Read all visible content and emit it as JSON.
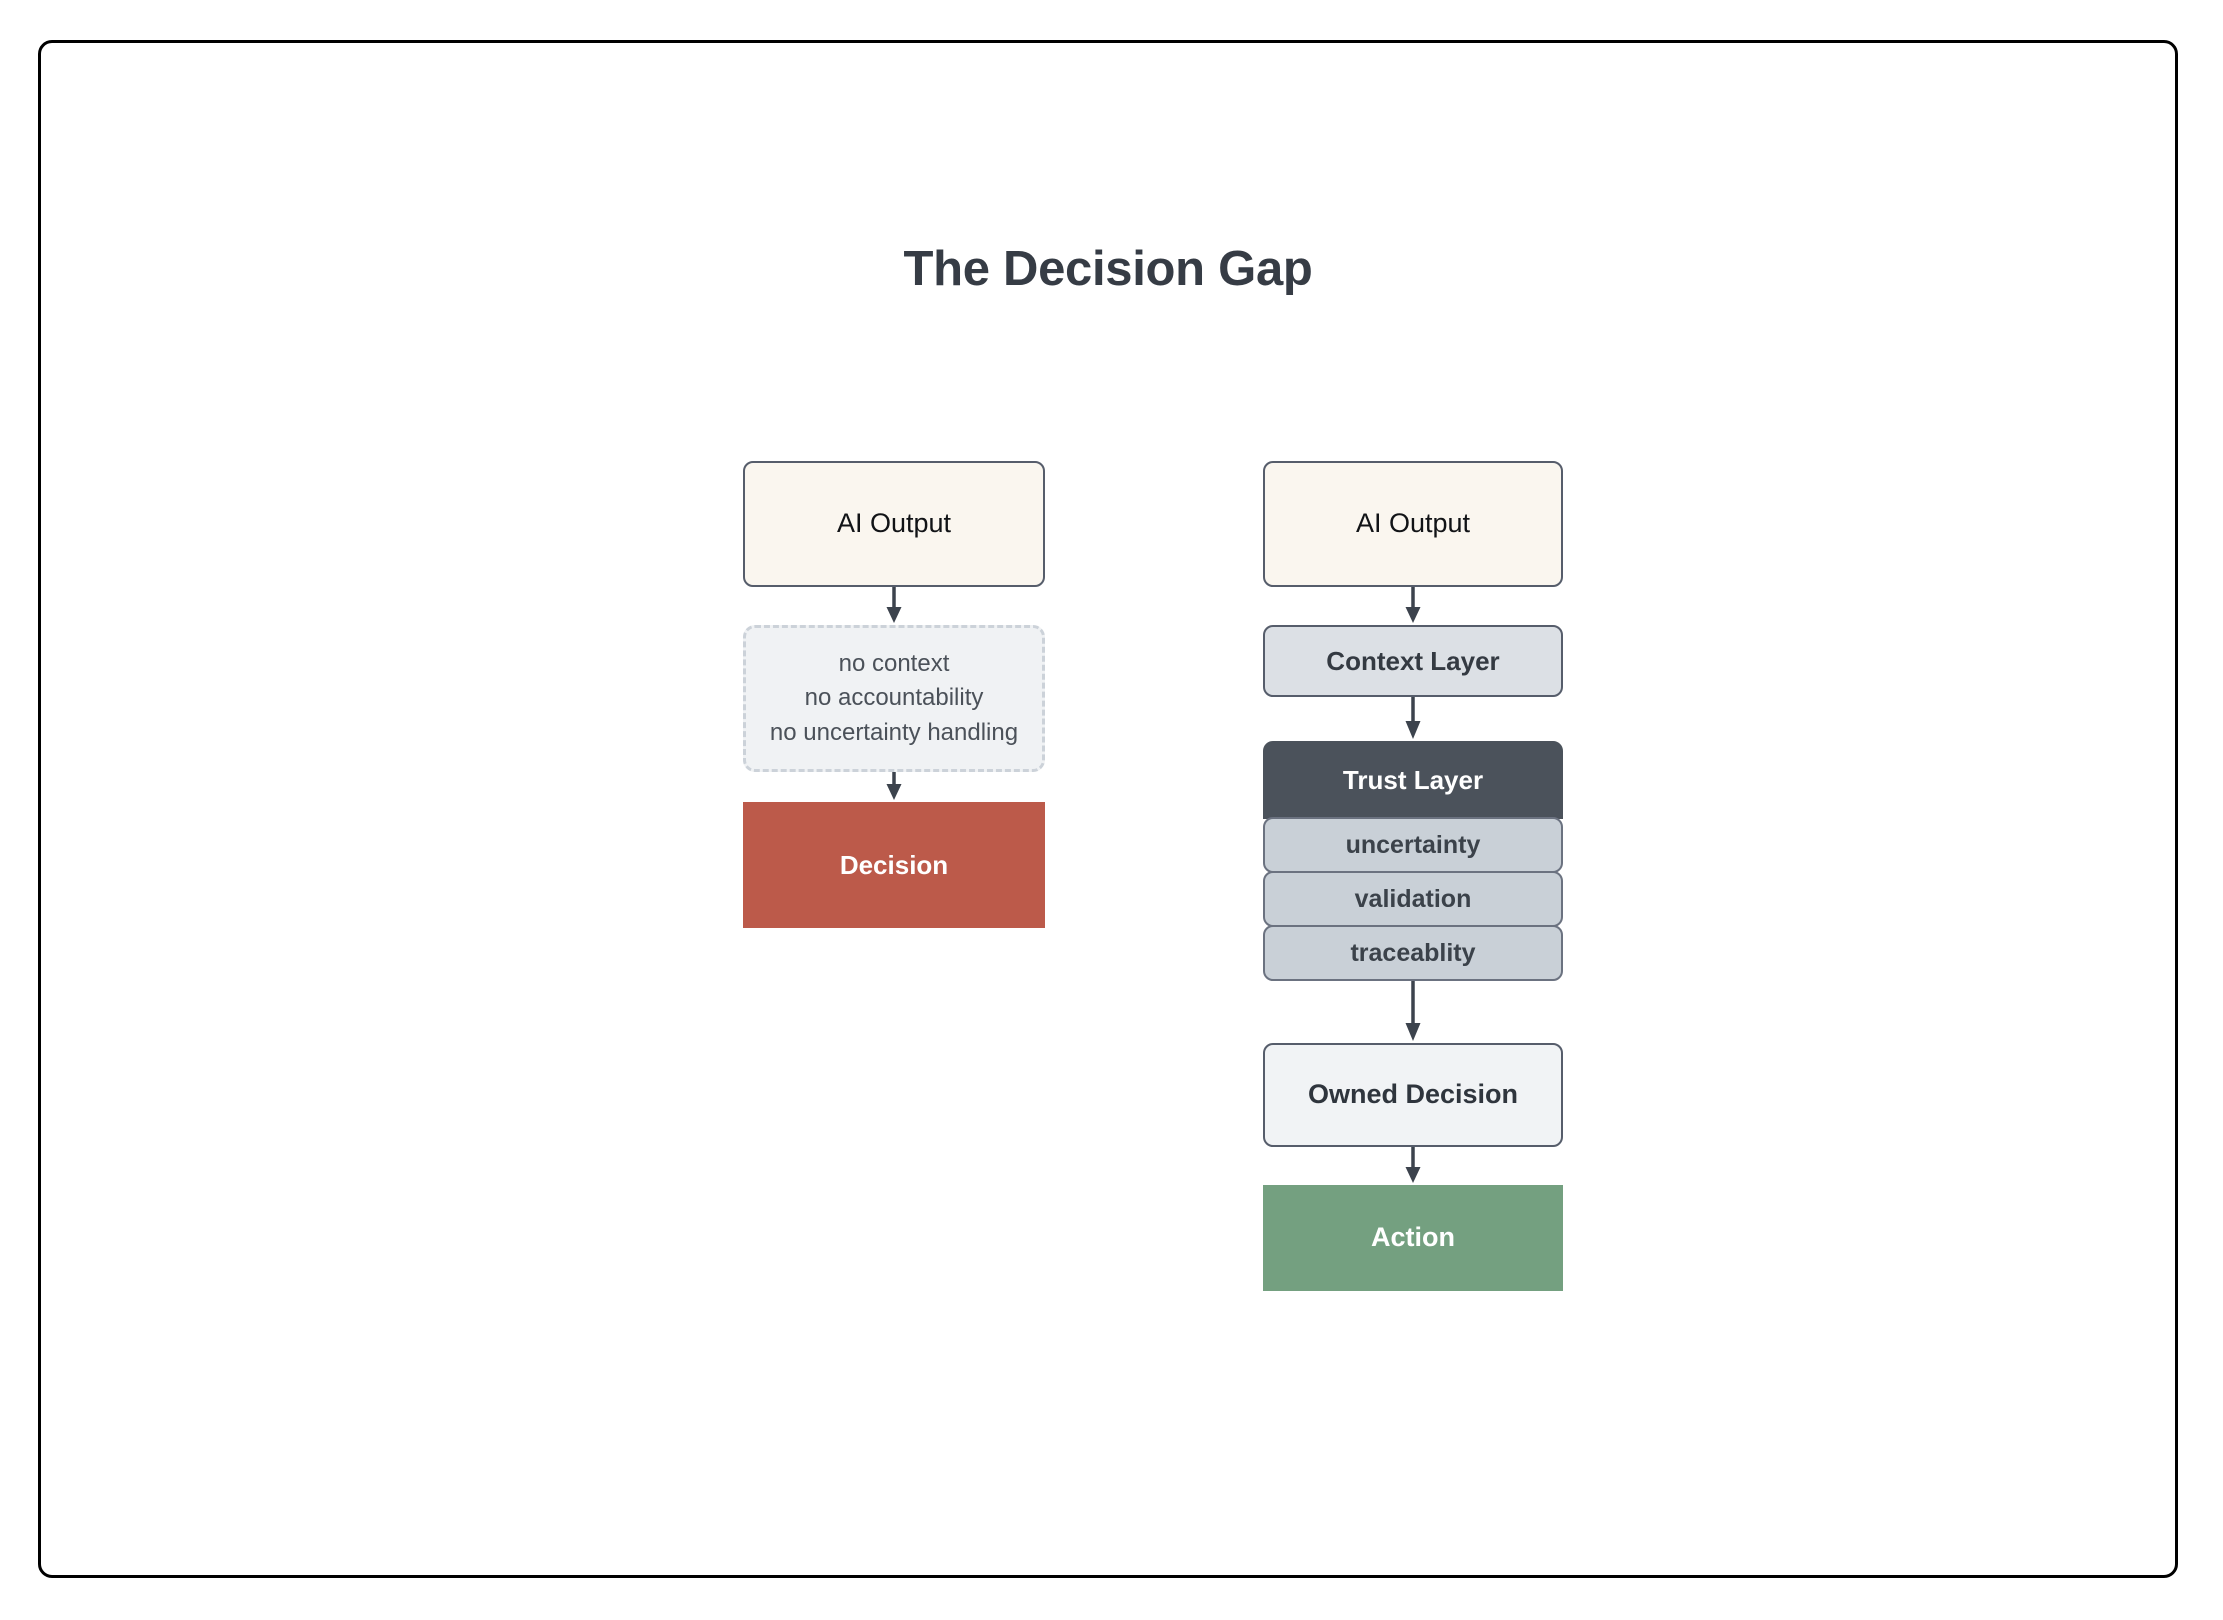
{
  "page": {
    "title": "The Decision Gap",
    "background": "#ffffff",
    "frame_border_color": "#000000"
  },
  "colors": {
    "cream": "#faf6ef",
    "terracotta": "#bc5a4a",
    "slate_dark": "#4b525b",
    "blue_grey_light": "#dce0e5",
    "blue_grey": "#c9d0d7",
    "near_white": "#f1f3f5",
    "sage_green": "#74a080",
    "border_grey": "#565d6b",
    "dashed_border": "#ccd2d9",
    "text_dark": "#363c45",
    "arrow": "#3c434d"
  },
  "diagram": {
    "type": "flowchart",
    "orientation": "top-to-bottom",
    "columns": [
      {
        "id": "gap-path",
        "name": "broken-path",
        "nodes": [
          {
            "id": "gap-ai-output",
            "label": "AI Output",
            "style": "cream-rounded",
            "shape": "rounded-rect"
          },
          {
            "id": "gap-missing",
            "label": "no context\nno accountability\nno uncertainty handling",
            "lines": [
              "no context",
              "no accountability",
              "no uncertainty handling"
            ],
            "style": "dashed-grey",
            "shape": "dashed-rounded-rect"
          },
          {
            "id": "gap-decision",
            "label": "Decision",
            "style": "terracotta-solid",
            "shape": "rect"
          }
        ],
        "edges": [
          {
            "from": "gap-ai-output",
            "to": "gap-missing",
            "arrow": "down"
          },
          {
            "from": "gap-missing",
            "to": "gap-decision",
            "arrow": "down"
          }
        ]
      },
      {
        "id": "trust-path",
        "name": "trusted-path",
        "nodes": [
          {
            "id": "trust-ai-output",
            "label": "AI Output",
            "style": "cream-rounded",
            "shape": "rounded-rect"
          },
          {
            "id": "context-layer",
            "label": "Context Layer",
            "style": "blue-grey-light",
            "shape": "rounded-rect"
          },
          {
            "id": "trust-layer",
            "label": "Trust Layer",
            "style": "slate-dark-header",
            "shape": "rounded-top-rect",
            "children": [
              {
                "id": "trust-uncertainty",
                "label": "uncertainty",
                "style": "blue-grey"
              },
              {
                "id": "trust-validation",
                "label": "validation",
                "style": "blue-grey"
              },
              {
                "id": "trust-traceablity",
                "label": "traceablity",
                "style": "blue-grey"
              }
            ]
          },
          {
            "id": "owned-decision",
            "label": "Owned Decision",
            "style": "near-white-rounded",
            "shape": "rounded-rect"
          },
          {
            "id": "action",
            "label": "Action",
            "style": "sage-green-solid",
            "shape": "rect"
          }
        ],
        "edges": [
          {
            "from": "trust-ai-output",
            "to": "context-layer",
            "arrow": "down"
          },
          {
            "from": "context-layer",
            "to": "trust-layer",
            "arrow": "down"
          },
          {
            "from": "trust-traceablity",
            "to": "owned-decision",
            "arrow": "down"
          },
          {
            "from": "owned-decision",
            "to": "action",
            "arrow": "down"
          }
        ]
      }
    ]
  }
}
